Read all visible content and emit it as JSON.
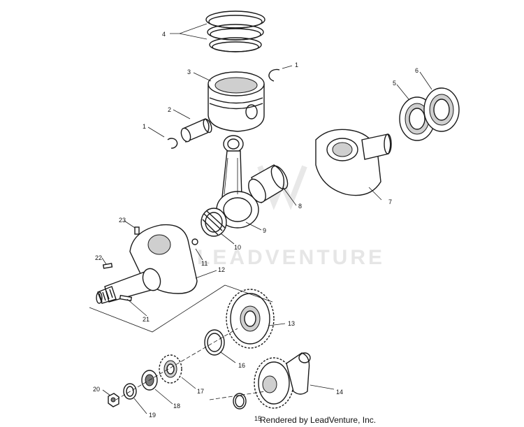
{
  "diagram": {
    "callouts": {
      "c1a": "1",
      "c1b": "1",
      "c2": "2",
      "c3": "3",
      "c4": "4",
      "c5": "5",
      "c6": "6",
      "c7": "7",
      "c8": "8",
      "c9": "9",
      "c10": "10",
      "c11": "11",
      "c12": "12",
      "c13": "13",
      "c14": "14",
      "c15": "15",
      "c16": "16",
      "c17": "17",
      "c18": "18",
      "c19": "19",
      "c20": "20",
      "c21": "21",
      "c22": "22",
      "c23": "23"
    },
    "watermark": "LEADVENTURE",
    "credit": "Rendered by LeadVenture, Inc."
  }
}
